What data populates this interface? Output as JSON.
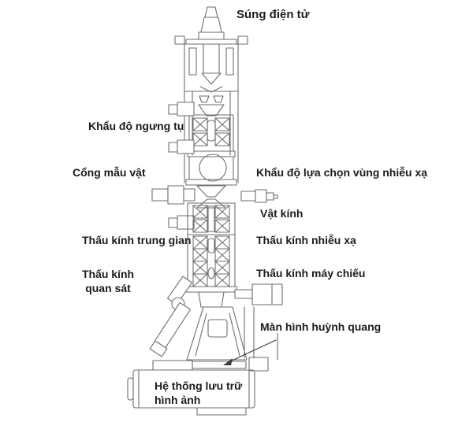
{
  "figure": {
    "description": "Labeled cross-section diagram of a transmission electron microscope (TEM) with Vietnamese labels",
    "labels": {
      "electron_gun": "Súng điện tử",
      "condenser_aperture": "Khẩu độ ngưng tụ",
      "specimen_port": "Cổng mẫu vật",
      "selected_area_diffraction_aperture": "Khẩu độ lựa chọn vùng nhiễu xạ",
      "objective_lens": "Vật kính",
      "intermediate_lens": "Thấu kính trung gian",
      "diffraction_lens": "Thấu kính nhiễu xạ",
      "observation_lens_line1": "Thấu kính",
      "observation_lens_line2": "quan sát",
      "projector_lens": "Thấu kính máy chiếu",
      "fluorescent_screen": "Màn hình huỳnh quang",
      "image_storage_line1": "Hệ thống lưu trữ",
      "image_storage_line2": "hình ảnh"
    },
    "colors": {
      "line": "#6e6e6e",
      "text": "#1c1c1c",
      "background": "#ffffff",
      "arrow": "#3a3a3a"
    }
  }
}
